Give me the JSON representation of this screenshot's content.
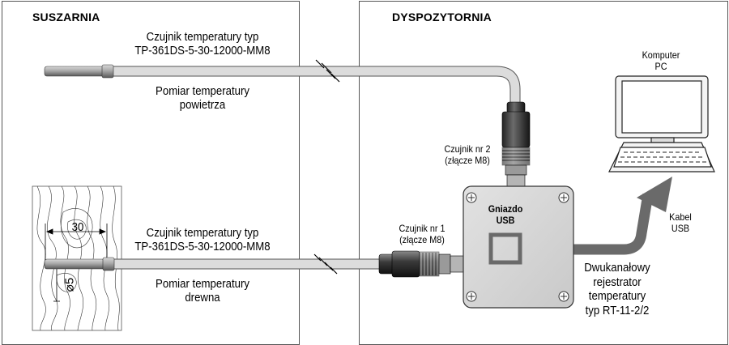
{
  "zones": {
    "left": "SUSZARNIA",
    "right": "DYSPOZYTORNIA"
  },
  "sensor_top": {
    "type_line1": "Czujnik temperatury typ",
    "type_line2": "TP-361DS-5-30-12000-MM8",
    "measure_line1": "Pomiar temperatury",
    "measure_line2": "powietrza"
  },
  "sensor_bottom": {
    "type_line1": "Czujnik temperatury typ",
    "type_line2": "TP-361DS-5-30-12000-MM8",
    "measure_line1": "Pomiar temperatury",
    "measure_line2": "drewna"
  },
  "dimensions": {
    "length": "30",
    "diameter": "⌀5"
  },
  "connector_2": {
    "line1": "Czujnik nr 2",
    "line2": "(złącze M8)"
  },
  "connector_1": {
    "line1": "Czujnik nr 1",
    "line2": "(złącze M8)"
  },
  "usb_socket": {
    "line1": "Gniazdo",
    "line2": "USB"
  },
  "computer": {
    "line1": "Komputer",
    "line2": "PC"
  },
  "cable": {
    "line1": "Kabel",
    "line2": "USB"
  },
  "recorder": {
    "line1": "Dwukanałowy",
    "line2": "rejestrator",
    "line3": "temperatury",
    "line4": "typ RT-11-2/2"
  }
}
